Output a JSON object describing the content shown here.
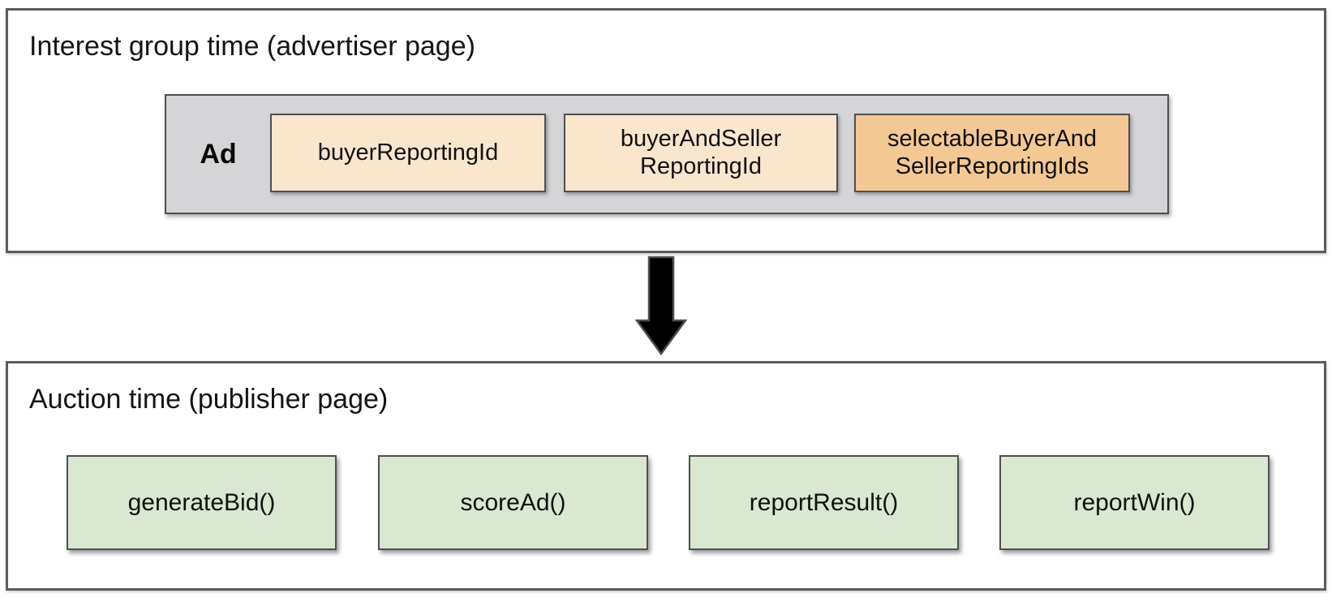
{
  "top_section": {
    "title": "Interest group time (advertiser page)",
    "ad_label": "Ad",
    "id_boxes": [
      {
        "lines": [
          "buyerReportingId"
        ],
        "highlight": false
      },
      {
        "lines": [
          "buyerAndSeller",
          "ReportingId"
        ],
        "highlight": false
      },
      {
        "lines": [
          "selectableBuyerAnd",
          "SellerReportingIds"
        ],
        "highlight": true
      }
    ]
  },
  "arrow": {
    "icon": "down-arrow-icon",
    "direction": "down"
  },
  "bottom_section": {
    "title": "Auction time (publisher page)",
    "function_boxes": [
      {
        "label": "generateBid()"
      },
      {
        "label": "scoreAd()"
      },
      {
        "label": "reportResult()"
      },
      {
        "label": "reportWin()"
      }
    ]
  },
  "colors": {
    "id_box_fill": "#FAE6CD",
    "id_box_highlight_fill": "#F4C894",
    "ad_container_fill": "#D5D5D7",
    "function_box_fill": "#DAE7D1",
    "box_border": "#4F4F51",
    "section_border": "#5B5B5D",
    "arrow_fill": "#000000"
  }
}
